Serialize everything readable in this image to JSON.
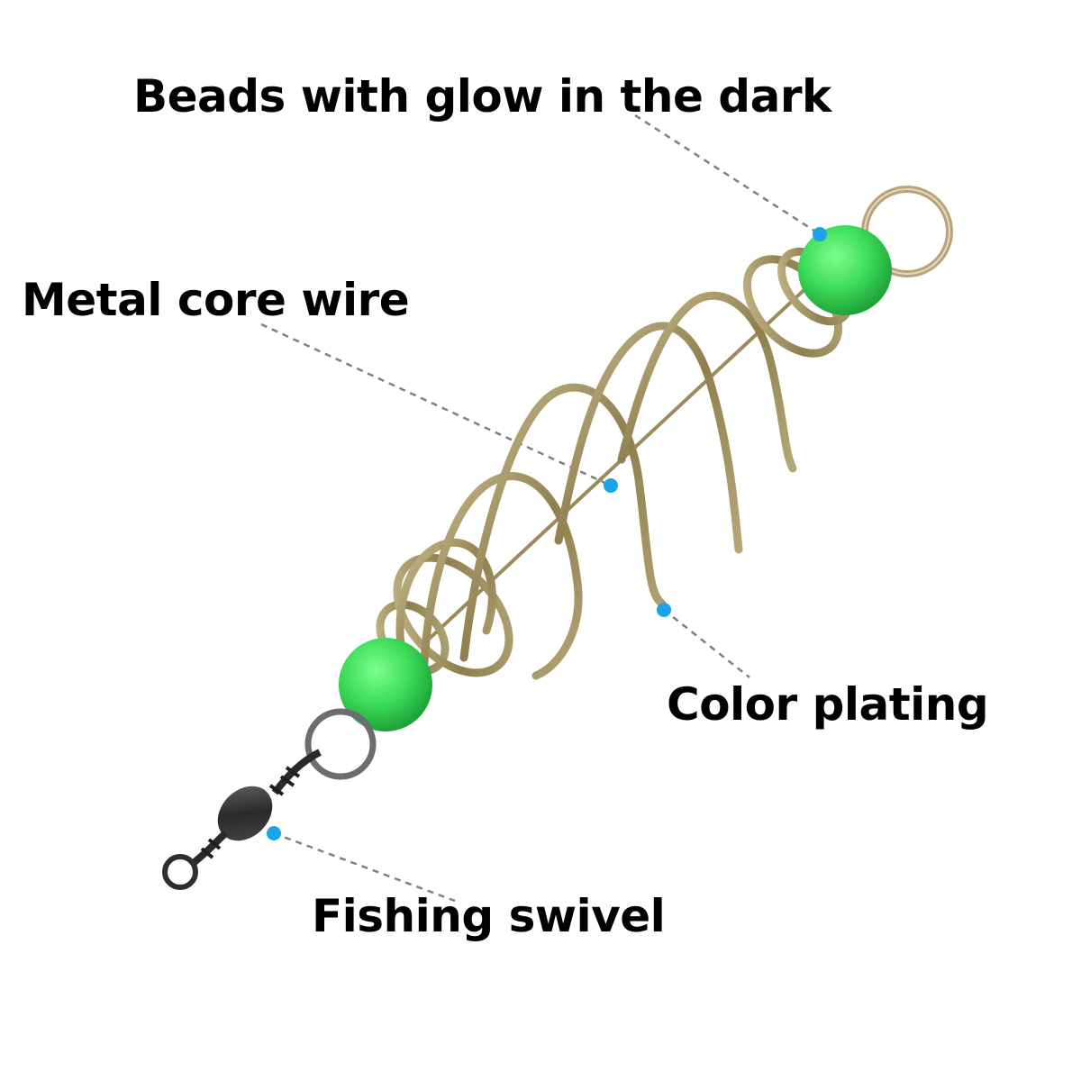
{
  "labels": {
    "beads": "Beads with glow in the dark",
    "core_wire": "Metal core wire",
    "color_plating": "Color plating",
    "fishing_swivel": "Fishing swivel"
  },
  "colors": {
    "marker": "#1aa3e8",
    "leader_line": "#808080",
    "bead": "#3ddc5a",
    "coil_wire": "#a89a6a",
    "swivel": "#3a3a3a"
  }
}
